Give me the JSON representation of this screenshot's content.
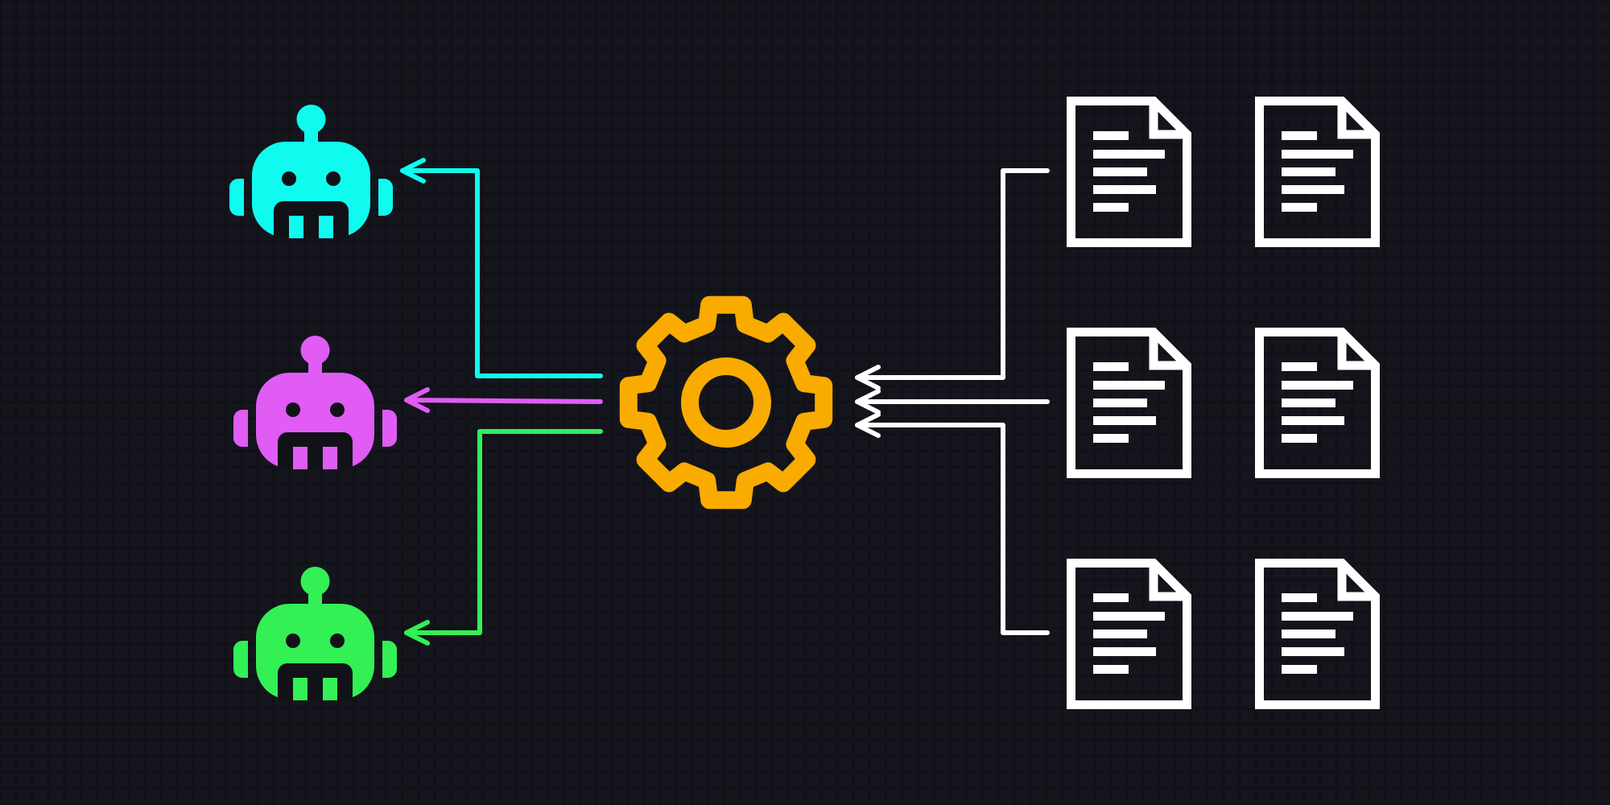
{
  "diagram": {
    "background_color": "#111218",
    "grid_color": "#181a21",
    "hub": {
      "icon": "gear-icon",
      "color": "#f9ab00"
    },
    "agents": [
      {
        "icon": "robot-icon",
        "color": "#10fbef"
      },
      {
        "icon": "robot-icon",
        "color": "#e05cf5"
      },
      {
        "icon": "robot-icon",
        "color": "#33f055"
      }
    ],
    "documents": {
      "icon": "document-icon",
      "color": "#ffffff",
      "count": 6
    },
    "connections": [
      {
        "from": "gear",
        "to": "agent-1",
        "color": "#10fbef"
      },
      {
        "from": "gear",
        "to": "agent-2",
        "color": "#e05cf5"
      },
      {
        "from": "gear",
        "to": "agent-3",
        "color": "#33f055"
      },
      {
        "from": "documents-row-1",
        "to": "gear",
        "color": "#ffffff"
      },
      {
        "from": "documents-row-2",
        "to": "gear",
        "color": "#ffffff"
      },
      {
        "from": "documents-row-3",
        "to": "gear",
        "color": "#ffffff"
      }
    ]
  }
}
